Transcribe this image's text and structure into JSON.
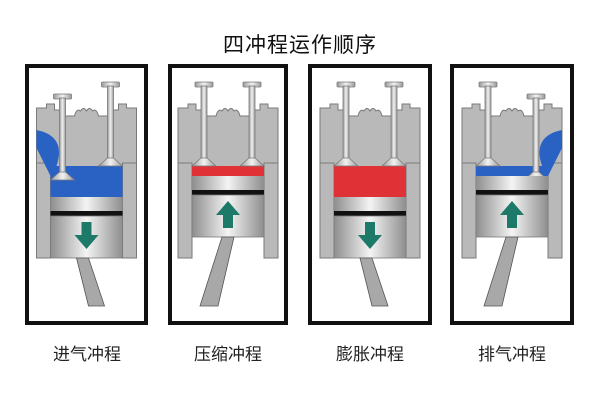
{
  "title": "四冲程运作顺序",
  "colors": {
    "frame": "#111111",
    "metal": "#b9b9b9",
    "metal_dark": "#7a7a7a",
    "intake_mix": "#2a62c4",
    "combustion": "#e03236",
    "arrow": "#1e7a68",
    "ring": "#111111"
  },
  "strokes": [
    {
      "label": "进气冲程",
      "chamber": "intake",
      "piston": "bottom",
      "arrow": "down",
      "intake_valve": "open",
      "exhaust_valve": "closed"
    },
    {
      "label": "压缩冲程",
      "chamber": "combustion",
      "piston": "top",
      "arrow": "up",
      "intake_valve": "closed",
      "exhaust_valve": "closed"
    },
    {
      "label": "膨胀冲程",
      "chamber": "combustion",
      "piston": "bottom",
      "arrow": "down",
      "intake_valve": "closed",
      "exhaust_valve": "closed"
    },
    {
      "label": "排气冲程",
      "chamber": "intake",
      "piston": "top",
      "arrow": "up",
      "intake_valve": "closed",
      "exhaust_valve": "open"
    }
  ]
}
